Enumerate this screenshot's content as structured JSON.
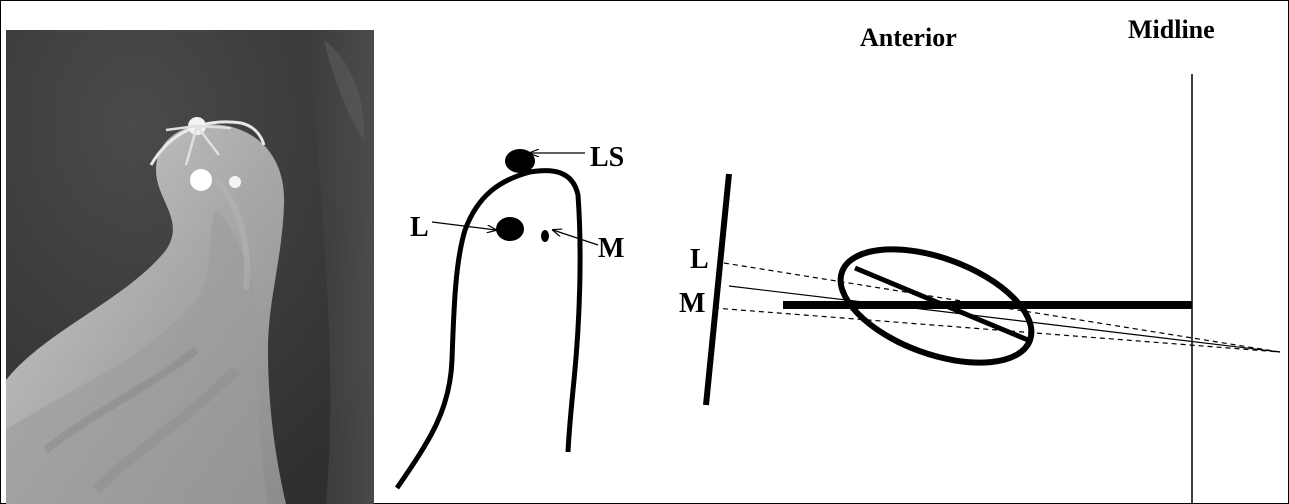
{
  "header": {
    "anterior_label": "Anterior",
    "midline_label": "Midline"
  },
  "sketch": {
    "ls_label": "LS",
    "l_label": "L",
    "m_label": "M"
  },
  "projection": {
    "l_label": "L",
    "m_label": "M"
  }
}
